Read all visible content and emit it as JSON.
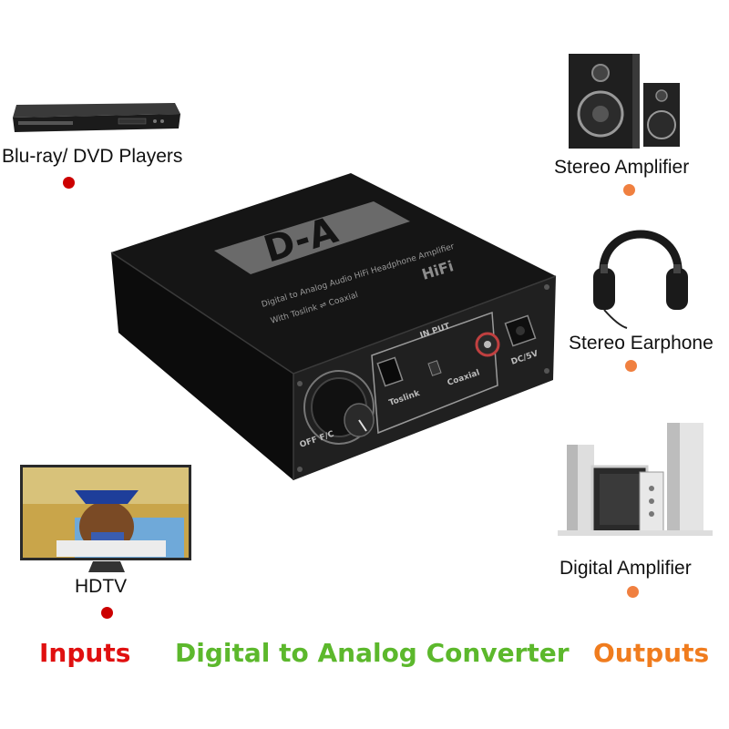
{
  "inputs": {
    "bluray": {
      "label": "Blu-ray/ DVD Players"
    },
    "hdtv": {
      "label": "HDTV"
    }
  },
  "outputs": {
    "stereo_amplifier": {
      "label": "Stereo Amplifier"
    },
    "stereo_earphone": {
      "label": "Stereo Earphone"
    },
    "digital_amplifier": {
      "label": "Digital Amplifier"
    }
  },
  "device": {
    "logo": "D-A",
    "subtitle_line1": "Digital to Analog Audio HiFi Headphone Amplifier",
    "subtitle_line2": "With Toslink ⇌ Coaxial",
    "hifi": "HiFi",
    "input_label": "IN PUT",
    "toslink_label": "Toslink",
    "coaxial_label": "Coaxial",
    "dc_label": "DC/5V",
    "volume_label": "OFF F/C"
  },
  "bottom": {
    "inputs": "Inputs",
    "title": "Digital to Analog Converter",
    "outputs": "Outputs"
  },
  "colors": {
    "inputs_accent": "#e01010",
    "title_accent": "#5cb82c",
    "outputs_accent": "#f07c1e",
    "dot_input": "#cc0000",
    "dot_output": "#f08040"
  }
}
